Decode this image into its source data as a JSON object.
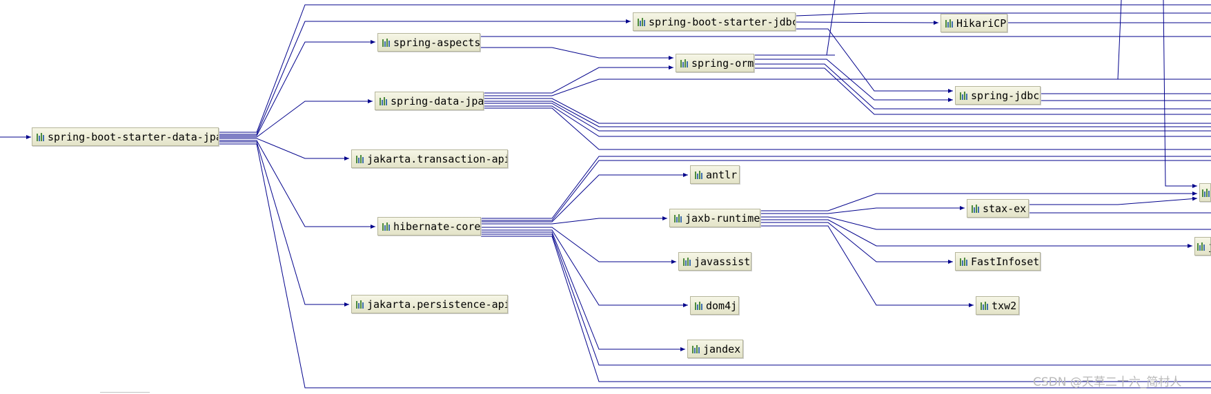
{
  "graph": {
    "nodes": [
      {
        "id": "sbsdj",
        "label": "spring-boot-starter-data-jpa"
      },
      {
        "id": "sbsjdbc",
        "label": "spring-boot-starter-jdbc"
      },
      {
        "id": "hikari",
        "label": "HikariCP"
      },
      {
        "id": "aspects",
        "label": "spring-aspects"
      },
      {
        "id": "orm",
        "label": "spring-orm"
      },
      {
        "id": "sdjpa",
        "label": "spring-data-jpa"
      },
      {
        "id": "sjdbc",
        "label": "spring-jdbc"
      },
      {
        "id": "jta",
        "label": "jakarta.transaction-api"
      },
      {
        "id": "antlr",
        "label": "antlr"
      },
      {
        "id": "hcore",
        "label": "hibernate-core"
      },
      {
        "id": "jaxb",
        "label": "jaxb-runtime"
      },
      {
        "id": "staxex",
        "label": "stax-ex"
      },
      {
        "id": "javassist",
        "label": "javassist"
      },
      {
        "id": "fastinfo",
        "label": "FastInfoset"
      },
      {
        "id": "dom4j",
        "label": "dom4j"
      },
      {
        "id": "txw2",
        "label": "txw2"
      },
      {
        "id": "jandex",
        "label": "jandex"
      },
      {
        "id": "jpa",
        "label": "jakarta.persistence-api"
      },
      {
        "id": "cutA",
        "label": ""
      },
      {
        "id": "cutB",
        "label": "j"
      }
    ]
  },
  "watermark": "CSDN @天草二十六_简村人",
  "colors": {
    "edge": "#00008b"
  }
}
